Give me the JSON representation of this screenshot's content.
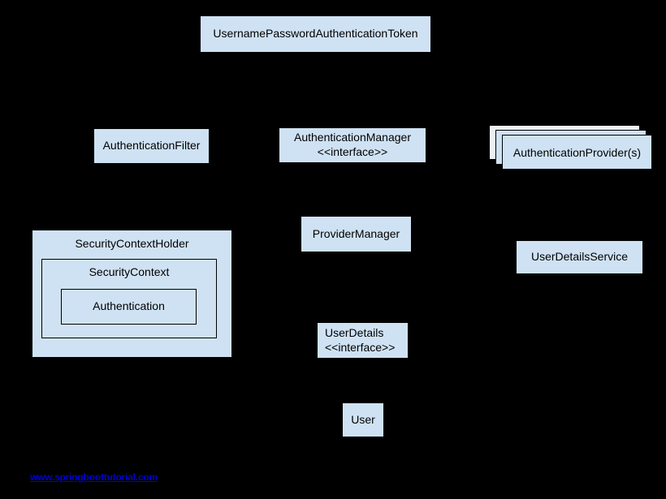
{
  "canvas": {
    "background": "#000000"
  },
  "colors": {
    "box_fill": "#cfe2f3",
    "box_border": "#000000",
    "stack_back_layer_fill": "#e9f1fa",
    "text": "#000000",
    "link": "#0000d4"
  },
  "boxes": {
    "token": {
      "label": "UsernamePasswordAuthenticationToken"
    },
    "authentication_filter": {
      "label": "AuthenticationFilter"
    },
    "authentication_manager": {
      "label": "AuthenticationManager",
      "stereotype": "<<interface>>"
    },
    "authentication_providers": {
      "label": "AuthenticationProvider(s)"
    },
    "provider_manager": {
      "label": "ProviderManager"
    },
    "user_details_service": {
      "label": "UserDetailsService"
    },
    "security_context_holder": {
      "label": "SecurityContextHolder"
    },
    "security_context": {
      "label": "SecurityContext"
    },
    "authentication": {
      "label": "Authentication"
    },
    "user_details": {
      "label": "UserDetails",
      "stereotype": "<<interface>>"
    },
    "user": {
      "label": "User"
    }
  },
  "footer": {
    "link_text": "www.springboottutorial.com"
  }
}
